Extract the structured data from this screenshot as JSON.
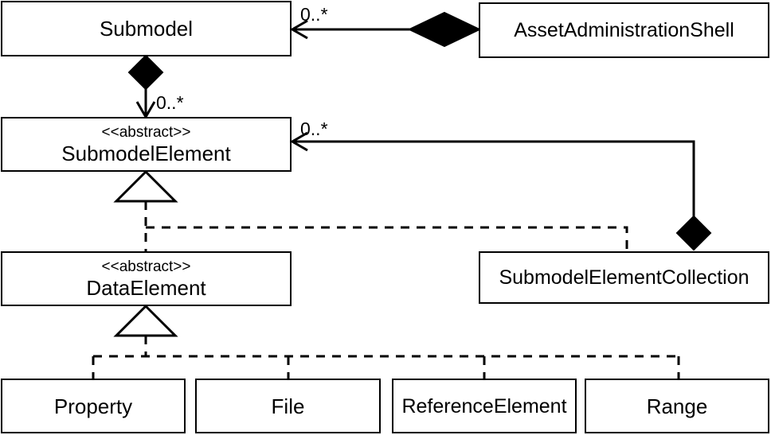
{
  "diagram": {
    "type": "uml-class-diagram",
    "background": "#ffffff",
    "line_color": "#000000",
    "fill_color": "#ffffff"
  },
  "classes": {
    "submodel": {
      "name": "Submodel",
      "stereotype": ""
    },
    "asset_administration_shell": {
      "name": "AssetAdministrationShell",
      "stereotype": ""
    },
    "submodel_element": {
      "name": "SubmodelElement",
      "stereotype": "<<abstract>>"
    },
    "data_element": {
      "name": "DataElement",
      "stereotype": "<<abstract>>"
    },
    "submodel_element_collection": {
      "name": "SubmodelElementCollection",
      "stereotype": ""
    },
    "property": {
      "name": "Property",
      "stereotype": ""
    },
    "file": {
      "name": "File",
      "stereotype": ""
    },
    "reference_element": {
      "name": "ReferenceElement",
      "stereotype": ""
    },
    "range": {
      "name": "Range",
      "stereotype": ""
    }
  },
  "multiplicities": {
    "aas_to_submodel": "0..*",
    "submodel_to_submodel_element": "0..*",
    "collection_to_submodel_element": "0..*"
  },
  "relationships": [
    {
      "id": "aas-composes-submodel",
      "kind": "composition",
      "from": "AssetAdministrationShell",
      "to": "Submodel",
      "multiplicity": "0..*"
    },
    {
      "id": "submodel-composes-submodelelement",
      "kind": "composition",
      "from": "Submodel",
      "to": "SubmodelElement",
      "multiplicity": "0..*"
    },
    {
      "id": "collection-composes-submodelelement",
      "kind": "composition",
      "from": "SubmodelElementCollection",
      "to": "SubmodelElement",
      "multiplicity": "0..*"
    },
    {
      "id": "dataelement-inherits-submodelelement",
      "kind": "generalization",
      "from": "DataElement",
      "to": "SubmodelElement",
      "multiplicity": ""
    },
    {
      "id": "collection-inherits-submodelelement",
      "kind": "generalization",
      "from": "SubmodelElementCollection",
      "to": "SubmodelElement",
      "multiplicity": ""
    },
    {
      "id": "property-inherits-dataelement",
      "kind": "generalization",
      "from": "Property",
      "to": "DataElement",
      "multiplicity": ""
    },
    {
      "id": "file-inherits-dataelement",
      "kind": "generalization",
      "from": "File",
      "to": "DataElement",
      "multiplicity": ""
    },
    {
      "id": "referenceelement-inherits-dataelement",
      "kind": "generalization",
      "from": "ReferenceElement",
      "to": "DataElement",
      "multiplicity": ""
    },
    {
      "id": "range-inherits-dataelement",
      "kind": "generalization",
      "from": "Range",
      "to": "DataElement",
      "multiplicity": ""
    }
  ]
}
